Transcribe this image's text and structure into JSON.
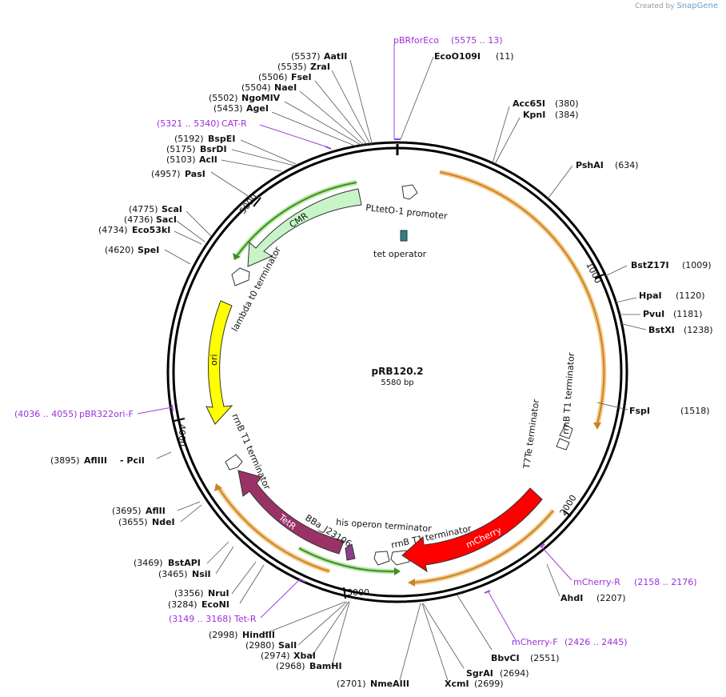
{
  "branding": {
    "created_by": "Created by",
    "app_name": "SnapGene"
  },
  "plasmid": {
    "name": "pRB120.2",
    "size_label": "5580 bp",
    "length": 5580
  },
  "ticks": [
    "1000",
    "2000",
    "3000",
    "4000",
    "5000"
  ],
  "features": {
    "cmr": "CMR",
    "ori": "ori",
    "tetr": "TetR",
    "mcherry": "mCherry",
    "pltet": "PLtetO-1 promoter",
    "tetop": "tet operator",
    "lambda": "lambda t0 terminator",
    "rrnb1": "rrnB T1 terminator",
    "rrnb2": "rrnB T1 terminator",
    "t7te": "T7Te terminator",
    "rrnb3": "rrnB T1 terminator",
    "his": "his operon terminator",
    "bba": "BBa_J23106"
  },
  "sites": [
    {
      "name": "AatII",
      "pos": "(5537)"
    },
    {
      "name": "ZraI",
      "pos": "(5535)"
    },
    {
      "name": "FseI",
      "pos": "(5506)"
    },
    {
      "name": "NaeI",
      "pos": "(5504)"
    },
    {
      "name": "NgoMIV",
      "pos": "(5502)"
    },
    {
      "name": "AgeI",
      "pos": "(5453)"
    },
    {
      "name": "BspEI",
      "pos": "(5192)"
    },
    {
      "name": "BsrDI",
      "pos": "(5175)"
    },
    {
      "name": "AclI",
      "pos": "(5103)"
    },
    {
      "name": "PasI",
      "pos": "(4957)"
    },
    {
      "name": "ScaI",
      "pos": "(4775)"
    },
    {
      "name": "SacI",
      "pos": "(4736)"
    },
    {
      "name": "Eco53kI",
      "pos": "(4734)"
    },
    {
      "name": "SpeI",
      "pos": "(4620)"
    },
    {
      "name": "AflIII",
      "pos": "(3895)"
    },
    {
      "name": "- PciI",
      "pos": ""
    },
    {
      "name": "AflII",
      "pos": "(3695)"
    },
    {
      "name": "NdeI",
      "pos": "(3655)"
    },
    {
      "name": "BstAPI",
      "pos": "(3469)"
    },
    {
      "name": "NsiI",
      "pos": "(3465)"
    },
    {
      "name": "NruI",
      "pos": "(3356)"
    },
    {
      "name": "EcoNI",
      "pos": "(3284)"
    },
    {
      "name": "HindIII",
      "pos": "(2998)"
    },
    {
      "name": "SalI",
      "pos": "(2980)"
    },
    {
      "name": "XbaI",
      "pos": "(2974)"
    },
    {
      "name": "BamHI",
      "pos": "(2968)"
    },
    {
      "name": "NmeAIII",
      "pos": "(2701)"
    },
    {
      "name": "XcmI",
      "pos": "(2699)"
    },
    {
      "name": "SgrAI",
      "pos": "(2694)"
    },
    {
      "name": "BbvCI",
      "pos": "(2551)"
    },
    {
      "name": "AhdI",
      "pos": "(2207)"
    },
    {
      "name": "FspI",
      "pos": "(1518)"
    },
    {
      "name": "BstXI",
      "pos": "(1238)"
    },
    {
      "name": "PvuI",
      "pos": "(1181)"
    },
    {
      "name": "HpaI",
      "pos": "(1120)"
    },
    {
      "name": "BstZ17I",
      "pos": "(1009)"
    },
    {
      "name": "PshAI",
      "pos": "(634)"
    },
    {
      "name": "KpnI",
      "pos": "(384)"
    },
    {
      "name": "Acc65I",
      "pos": "(380)"
    },
    {
      "name": "EcoO109I",
      "pos": "(11)"
    }
  ],
  "primers": [
    {
      "name": "pBRforEco",
      "range": "(5575 .. 13)"
    },
    {
      "name": "CAT-R",
      "range": "(5321 .. 5340)"
    },
    {
      "name": "pBR322ori-F",
      "range": "(4036 .. 4055)"
    },
    {
      "name": "Tet-R",
      "range": "(3149 .. 3168)"
    },
    {
      "name": "mCherry-R",
      "range": "(2158 .. 2176)"
    },
    {
      "name": "mCherry-F",
      "range": "(2426 .. 2445)"
    }
  ],
  "colors": {
    "cmr": "#c8f5c8",
    "ori": "#ffff00",
    "tetr": "#993366",
    "mcherry": "#ff0000",
    "primer": "#9b30d9",
    "orange_arc": "#d89a3c",
    "green_arc": "#5aa832"
  }
}
